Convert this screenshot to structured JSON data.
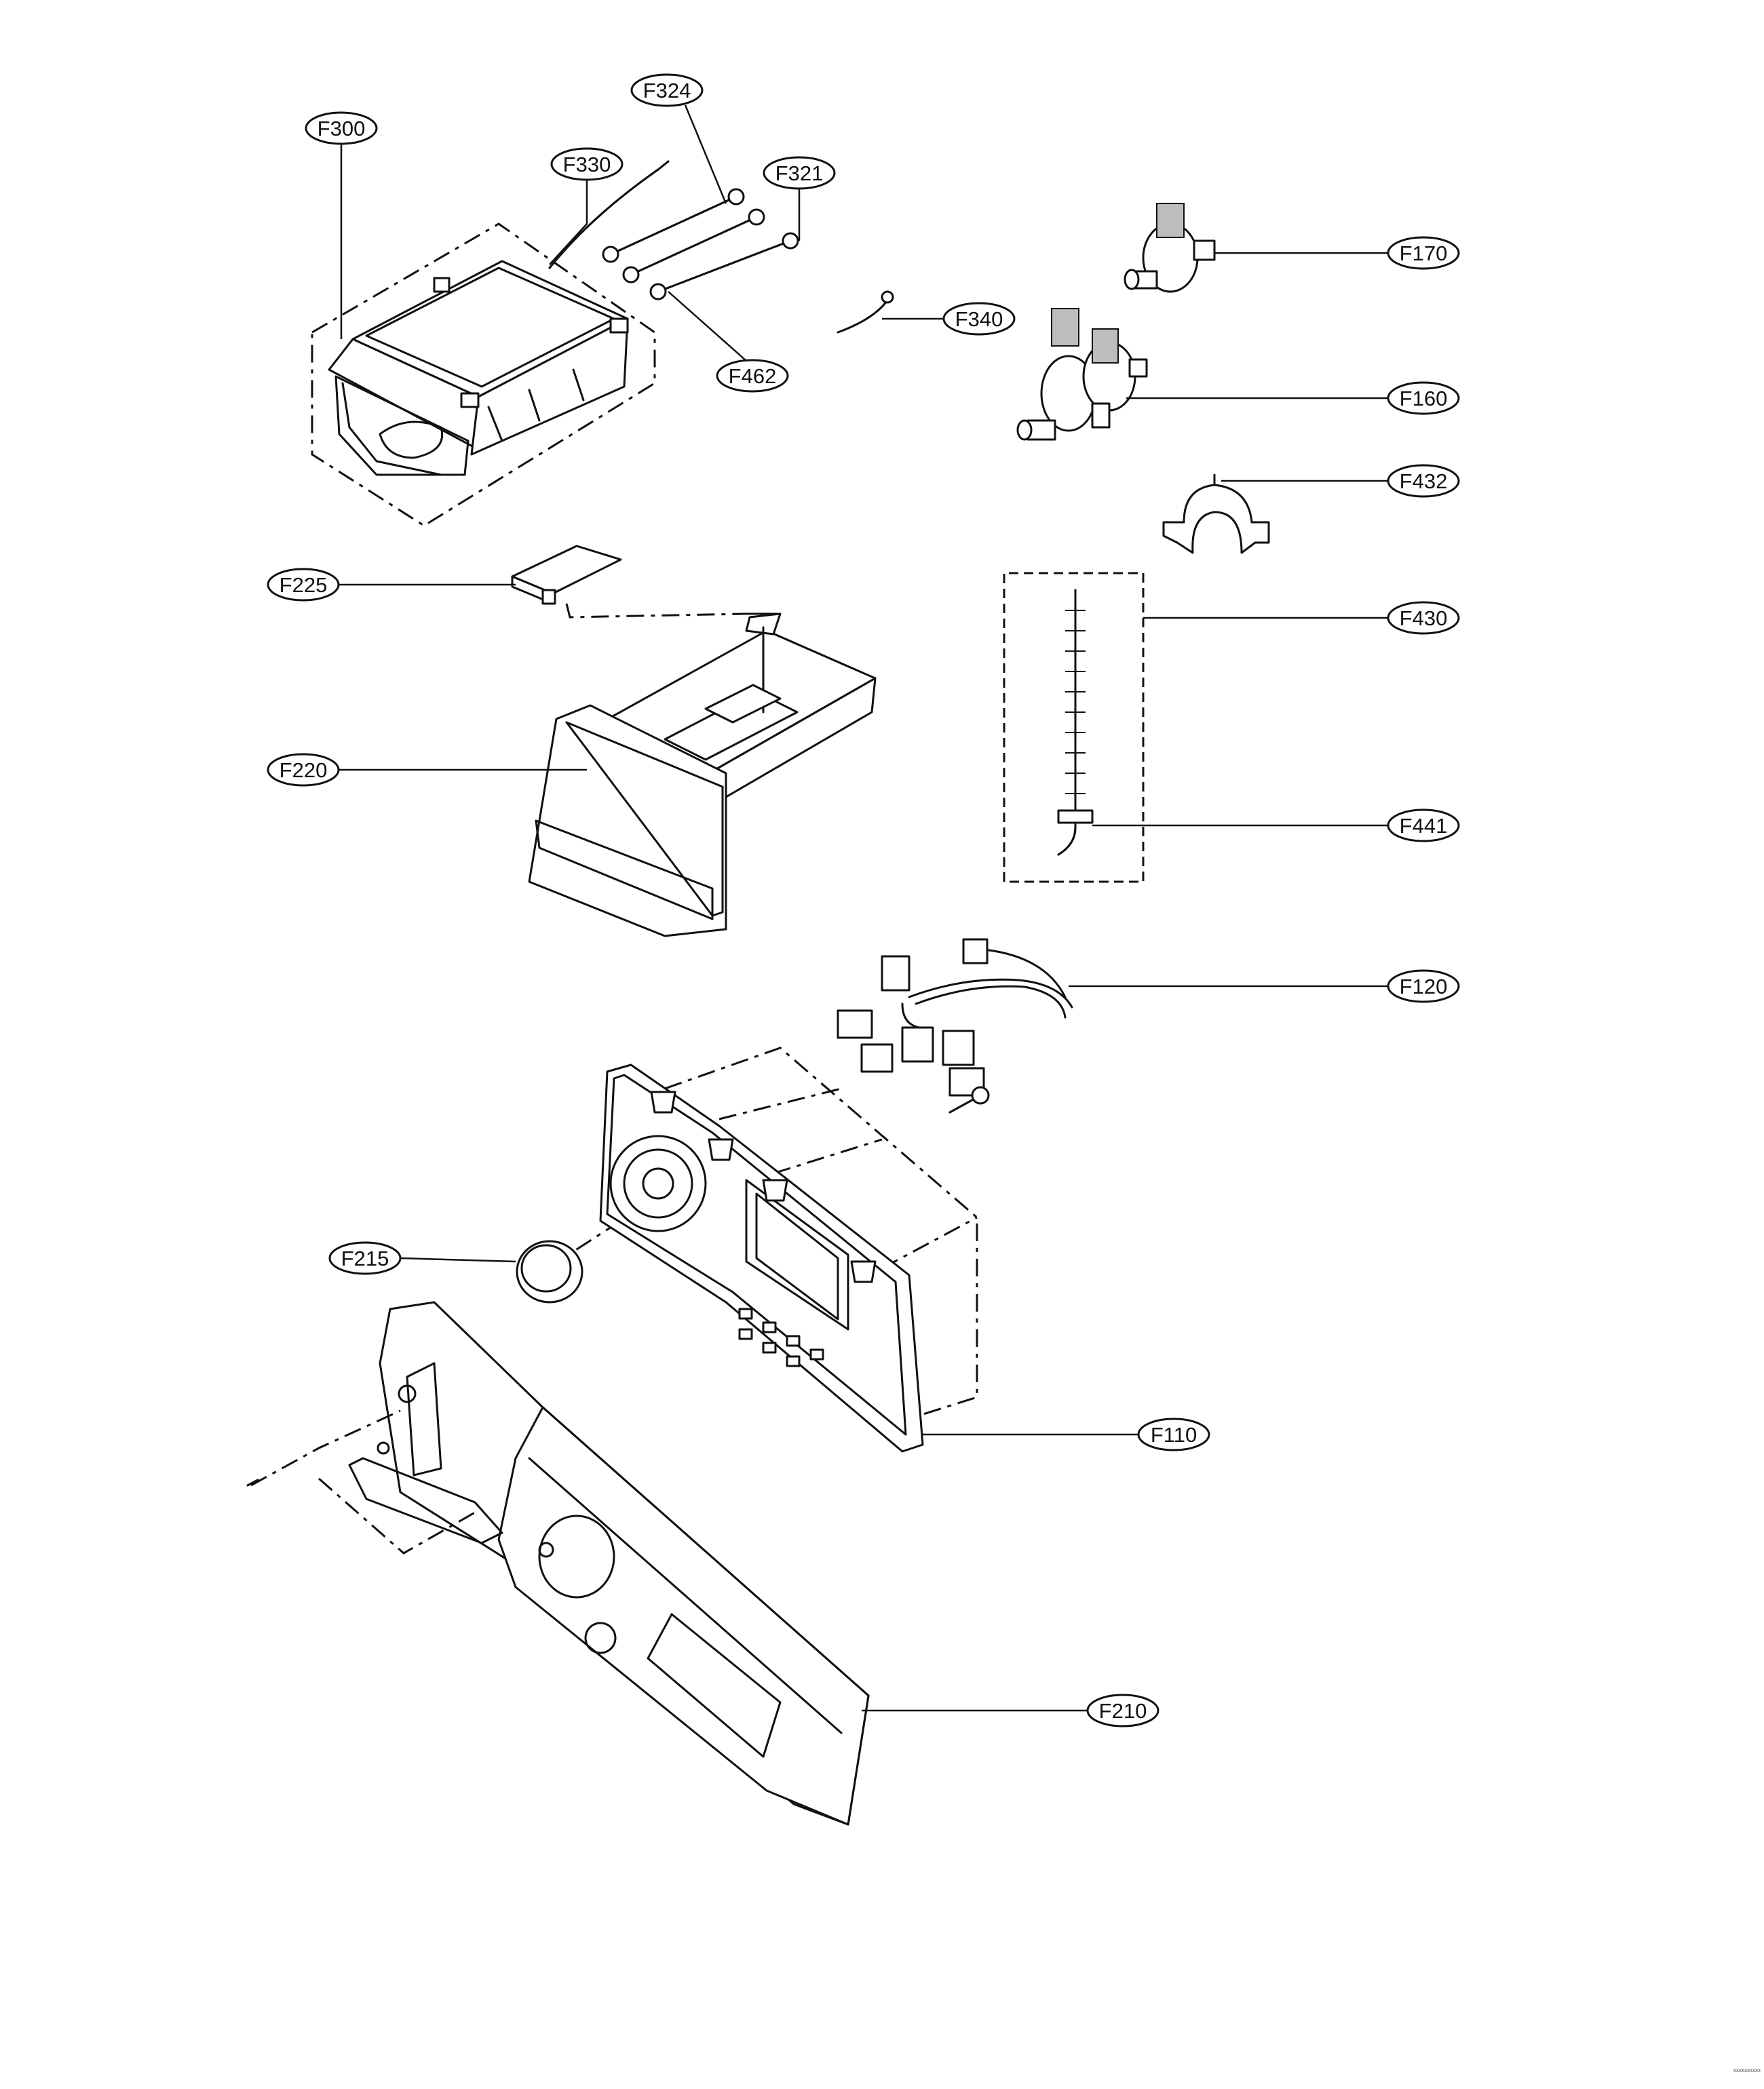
{
  "callouts": [
    {
      "id": "F300",
      "label": "F300"
    },
    {
      "id": "F324",
      "label": "F324"
    },
    {
      "id": "F330",
      "label": "F330"
    },
    {
      "id": "F321",
      "label": "F321"
    },
    {
      "id": "F462",
      "label": "F462"
    },
    {
      "id": "F340",
      "label": "F340"
    },
    {
      "id": "F170",
      "label": "F170"
    },
    {
      "id": "F160",
      "label": "F160"
    },
    {
      "id": "F432",
      "label": "F432"
    },
    {
      "id": "F225",
      "label": "F225"
    },
    {
      "id": "F430",
      "label": "F430"
    },
    {
      "id": "F220",
      "label": "F220"
    },
    {
      "id": "F441",
      "label": "F441"
    },
    {
      "id": "F120",
      "label": "F120"
    },
    {
      "id": "F215",
      "label": "F215"
    },
    {
      "id": "F110",
      "label": "F110"
    },
    {
      "id": "F210",
      "label": "F210"
    }
  ],
  "footer_ref": "xxxxxxxxxx"
}
